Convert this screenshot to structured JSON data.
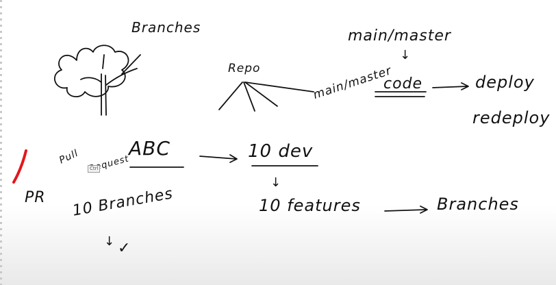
{
  "texts": {
    "branches_title": "Branches",
    "repo": "Repo",
    "main_master_top": "main/master",
    "down_arrow_1": "↓",
    "main_master_side": "main/master",
    "code": "code",
    "deploy": "deploy",
    "redeploy": "redeploy",
    "abc": "ABC",
    "ten_dev": "10 dev",
    "down_arrow_2": "↓",
    "ten_features": "10 features",
    "branches_right": "Branches",
    "pull": "Pull",
    "request": "Request",
    "pr": "PR",
    "ten_branches": "10 Branches",
    "down_arrow_3": "↓",
    "check_mark": "✓"
  },
  "tooltip": {
    "label": "Ctrl"
  },
  "colors": {
    "ink": "#111111",
    "red_annotation": "#e5161b",
    "background": "#ffffff"
  }
}
